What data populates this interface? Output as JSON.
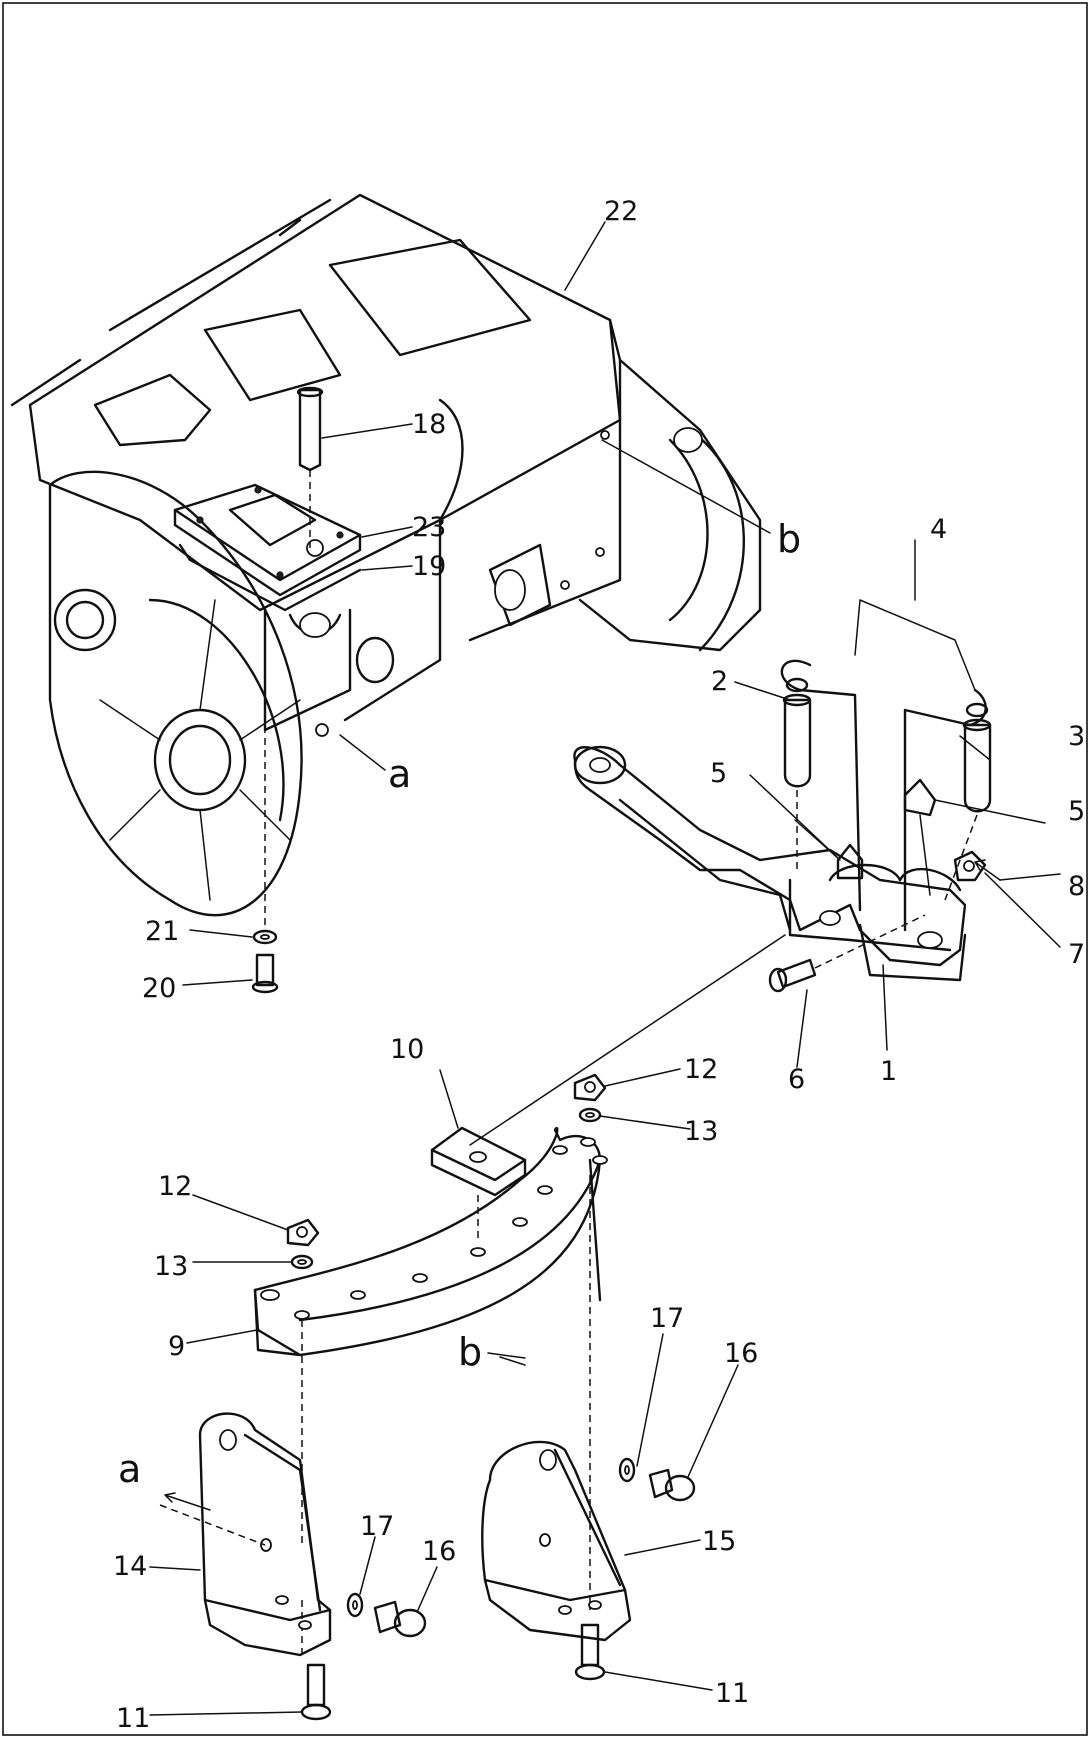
{
  "labels": {
    "p1": "1",
    "p2": "2",
    "p3": "3",
    "p4": "4",
    "p5a": "5",
    "p5b": "5",
    "p6": "6",
    "p7": "7",
    "p8": "8",
    "p9": "9",
    "p10": "10",
    "p11a": "11",
    "p11b": "11",
    "p12a": "12",
    "p12b": "12",
    "p13a": "13",
    "p13b": "13",
    "p14": "14",
    "p15": "15",
    "p16a": "16",
    "p16b": "16",
    "p17a": "17",
    "p17b": "17",
    "p18": "18",
    "p19": "19",
    "p20": "20",
    "p21": "21",
    "p22": "22",
    "p23": "23"
  },
  "refs": {
    "a1": "a",
    "a2": "a",
    "b1": "b",
    "b2": "b"
  }
}
